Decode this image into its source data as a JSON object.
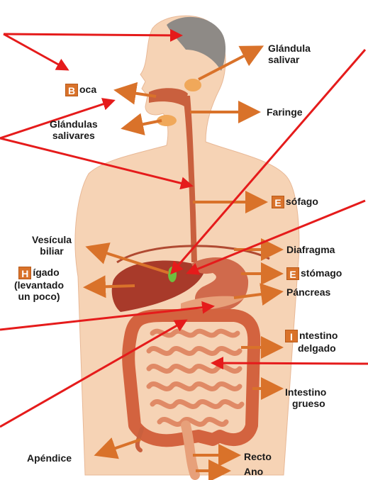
{
  "colors": {
    "arrow_orange": "#d9722a",
    "arrow_red": "#e51b1b",
    "skin": "#f6d3b5",
    "organ": "#c9603e"
  },
  "labels": {
    "boca_letter": "B",
    "boca_rest": "oca",
    "glandula_salivar_1": "Glándula",
    "glandula_salivar_2": "salivar",
    "glandulas_salivares_1": "Glándulas",
    "glandulas_salivares_2": "salivares",
    "faringe": "Faringe",
    "esofago_letter": "E",
    "esofago_rest": "sófago",
    "vesicula_1": "Vesícula",
    "vesicula_2": "biliar",
    "higado_letter": "H",
    "higado_rest": "ígado",
    "higado_2": "(levantado",
    "higado_3": "un poco)",
    "diafragma": "Diafragma",
    "estomago_letter": "E",
    "estomago_rest": "stómago",
    "pancreas": "Páncreas",
    "intestino_delgado_letter": "I",
    "intestino_delgado_rest": "ntestino",
    "intestino_delgado_2": "delgado",
    "intestino_grueso_1": "Intestino",
    "intestino_grueso_2": "grueso",
    "apendice": "Apéndice",
    "recto": "Recto",
    "ano": "Ano"
  }
}
